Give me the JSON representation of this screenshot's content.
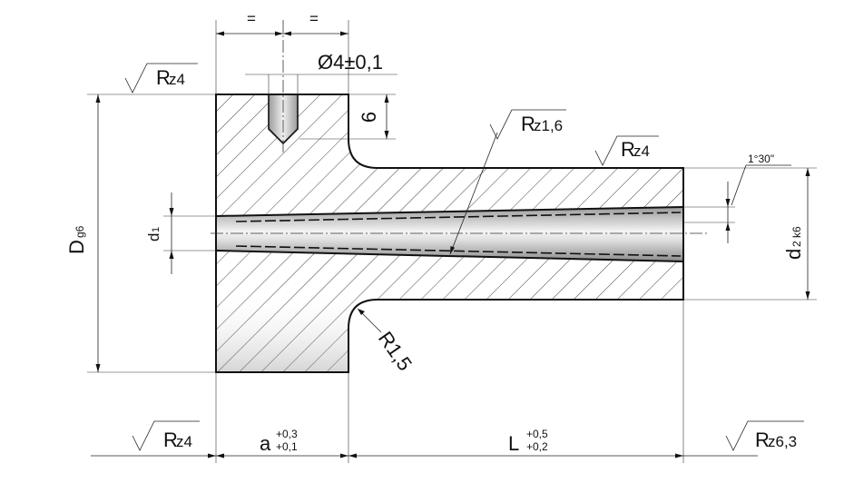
{
  "symbols": {
    "equal": "=",
    "equal_sign_2": "="
  },
  "callouts": {
    "hole_diameter": "Ø4±0,1",
    "depth": "6",
    "radius": "R1,5",
    "angle": "1°30\""
  },
  "surface_finish": {
    "top_left": {
      "main": "R",
      "sub": "z4"
    },
    "bore": {
      "main": "R",
      "sub": "z1,6"
    },
    "shaft": {
      "main": "R",
      "sub": "z4"
    },
    "bottom_left": {
      "main": "R",
      "sub": "z4"
    },
    "bottom_right": {
      "main": "R",
      "sub": "z6,3"
    }
  },
  "dimensions": {
    "D": {
      "main": "D",
      "sub": "g6"
    },
    "d1": {
      "main": "d",
      "sub": "1"
    },
    "d2": {
      "main": "d",
      "sub": "2 k6"
    },
    "a": {
      "main": "a",
      "tol_upper": "+0,3",
      "tol_lower": "+0,1"
    },
    "L": {
      "main": "L",
      "tol_upper": "+0,5",
      "tol_lower": "+0,2"
    }
  },
  "colors": {
    "hatch": "#444444",
    "section_fill": "#ffffff",
    "line": "#111111"
  }
}
